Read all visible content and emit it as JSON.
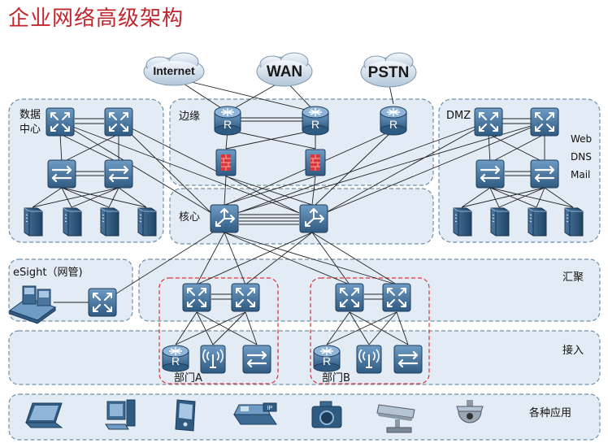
{
  "title": "企业网络高级架构",
  "clouds": {
    "internet": "Internet",
    "wan": "WAN",
    "pstn": "PSTN"
  },
  "zones": {
    "data_center_line1": "数据",
    "data_center_line2": "中心",
    "edge": "边缘",
    "dmz": "DMZ",
    "dmz_web": "Web",
    "dmz_dns": "DNS",
    "dmz_mail": "Mail",
    "core": "核心",
    "esight": "eSight（网管)",
    "aggregation": "汇聚",
    "access": "接入",
    "dept_a": "部门A",
    "dept_b": "部门B",
    "applications": "各种应用"
  },
  "router_letter": "R",
  "colors": {
    "title": "#c0262d",
    "zone_fill": "#e3ecf4",
    "zone_border": "#6f8fa8",
    "dept_border": "#d9363e",
    "device": "#3d6a93"
  }
}
